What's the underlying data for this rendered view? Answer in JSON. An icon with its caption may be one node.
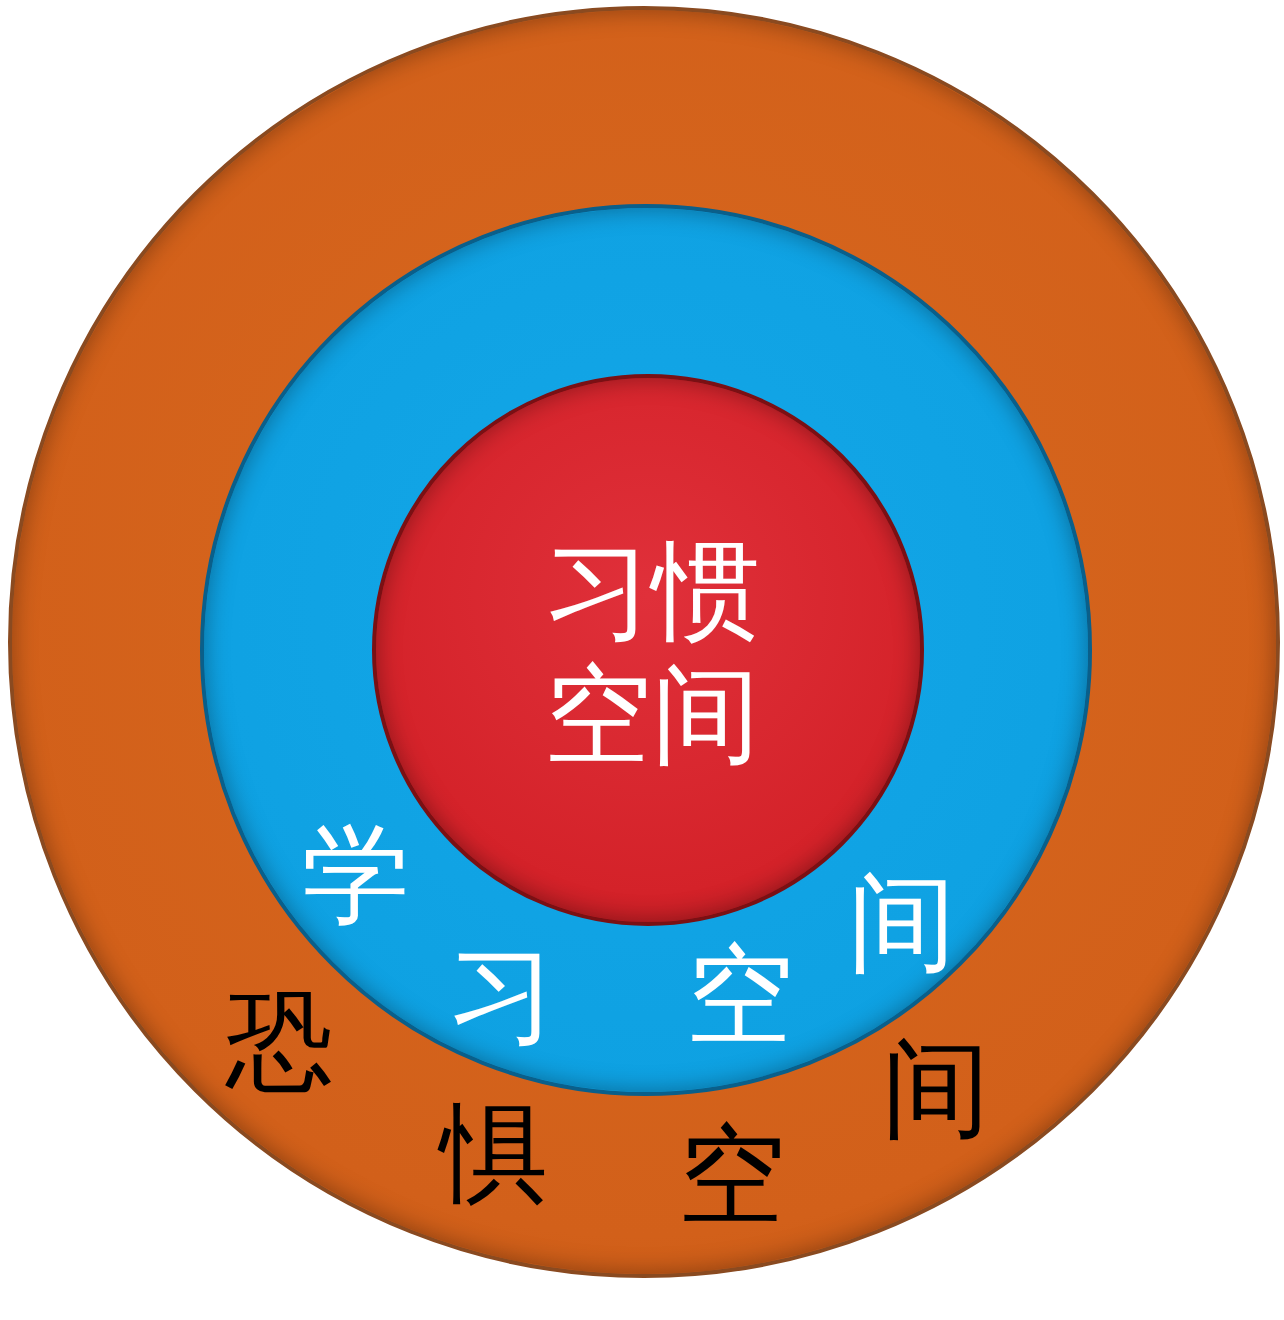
{
  "diagram": {
    "nodes": [
      {
        "text": [
          "恐惧空间"
        ]
      },
      {
        "text": [
          "学习空间"
        ],
        "in": 0
      },
      {
        "text": [
          "习惯空间"
        ],
        "in": 1
      }
    ]
  }
}
